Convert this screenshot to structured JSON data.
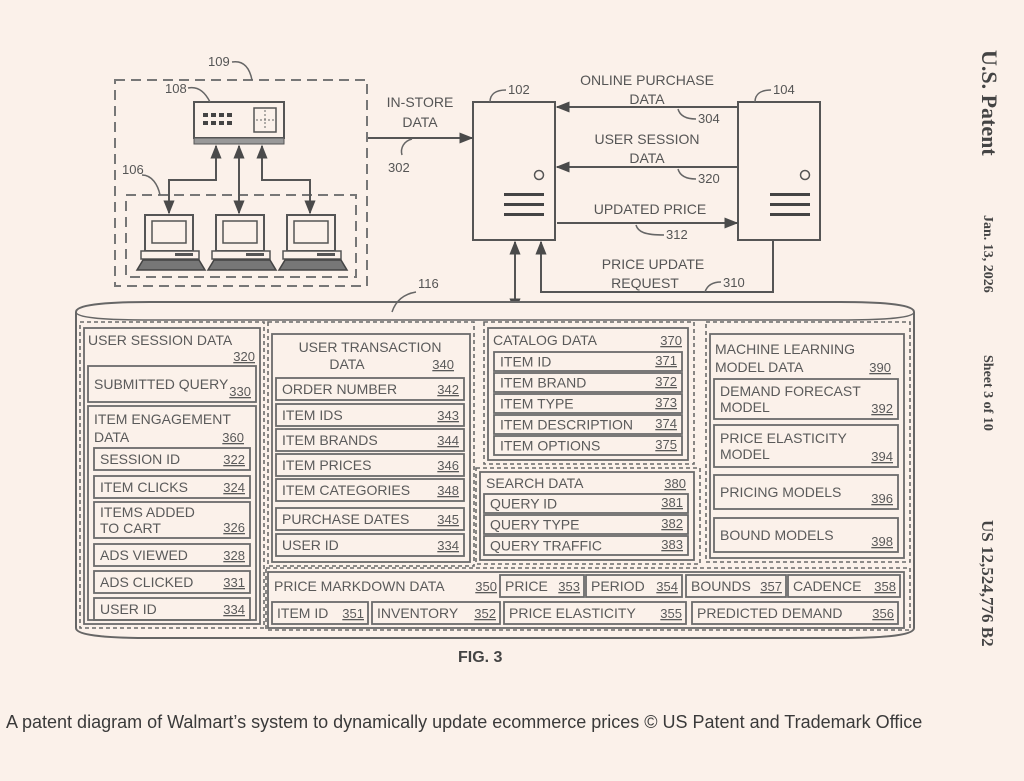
{
  "colors": {
    "background": "#fbf1ea",
    "line": "#6b6b6b",
    "text": "#555555"
  },
  "side_header": {
    "title": "U.S. Patent",
    "date": "Jan. 13, 2026",
    "sheet": "Sheet 3 of 10",
    "number": "US 12,524,776 B2"
  },
  "figure_label": "FIG. 3",
  "caption": "A patent diagram of Walmart’s system to dynamically update ecommerce prices © US Patent and Trademark Office",
  "store": {
    "outer_ref": "109",
    "hub_ref": "108",
    "terminals_ref": "106",
    "hub_icon": "network-switch-icon",
    "terminal_icon": "computer-terminal-icon",
    "terminal_count": 3
  },
  "servers": {
    "left_ref": "102",
    "right_ref": "104",
    "icon": "server-icon"
  },
  "flows": [
    {
      "label_lines": [
        "IN-STORE",
        "DATA"
      ],
      "ref": "302",
      "direction": "store-to-102"
    },
    {
      "label_lines": [
        "ONLINE PURCHASE",
        "DATA"
      ],
      "ref": "304",
      "direction": "104-to-102"
    },
    {
      "label_lines": [
        "USER SESSION",
        "DATA"
      ],
      "ref": "320",
      "direction": "104-to-102"
    },
    {
      "label_lines": [
        "UPDATED PRICE"
      ],
      "ref": "312",
      "direction": "102-to-104"
    },
    {
      "label_lines": [
        "PRICE UPDATE",
        "REQUEST"
      ],
      "ref": "310",
      "direction": "104-to-102"
    }
  ],
  "database": {
    "ref": "116",
    "icon": "database-cylinder-icon",
    "user_session": {
      "title": "USER SESSION DATA",
      "ref": "320",
      "submitted_query": {
        "label": "SUBMITTED QUERY",
        "ref": "330"
      },
      "item_engagement": {
        "title_lines": [
          "ITEM ENGAGEMENT",
          "DATA"
        ],
        "ref": "360",
        "fields": [
          {
            "label": "SESSION ID",
            "ref": "322"
          },
          {
            "label": "ITEM CLICKS",
            "ref": "324"
          },
          {
            "label_lines": [
              "ITEMS ADDED",
              "TO CART"
            ],
            "ref": "326"
          },
          {
            "label": "ADS VIEWED",
            "ref": "328"
          },
          {
            "label": "ADS CLICKED",
            "ref": "331"
          },
          {
            "label": "USER ID",
            "ref": "334"
          }
        ]
      }
    },
    "user_transaction": {
      "title_lines": [
        "USER TRANSACTION",
        "DATA"
      ],
      "ref": "340",
      "fields": [
        {
          "label": "ORDER NUMBER",
          "ref": "342"
        },
        {
          "label": "ITEM IDS",
          "ref": "343"
        },
        {
          "label": "ITEM BRANDS",
          "ref": "344"
        },
        {
          "label": "ITEM PRICES",
          "ref": "346"
        },
        {
          "label": "ITEM CATEGORIES",
          "ref": "348"
        },
        {
          "label": "PURCHASE DATES",
          "ref": "345"
        },
        {
          "label": "USER ID",
          "ref": "334"
        }
      ]
    },
    "catalog": {
      "title": "CATALOG DATA",
      "ref": "370",
      "fields": [
        {
          "label": "ITEM ID",
          "ref": "371"
        },
        {
          "label": "ITEM BRAND",
          "ref": "372"
        },
        {
          "label": "ITEM TYPE",
          "ref": "373"
        },
        {
          "label": "ITEM DESCRIPTION",
          "ref": "374"
        },
        {
          "label": "ITEM OPTIONS",
          "ref": "375"
        }
      ]
    },
    "search": {
      "title": "SEARCH DATA",
      "ref": "380",
      "fields": [
        {
          "label": "QUERY ID",
          "ref": "381"
        },
        {
          "label": "QUERY TYPE",
          "ref": "382"
        },
        {
          "label": "QUERY TRAFFIC",
          "ref": "383"
        }
      ]
    },
    "ml_models": {
      "title_lines": [
        "MACHINE LEARNING",
        "MODEL DATA"
      ],
      "ref": "390",
      "fields": [
        {
          "label_lines": [
            "DEMAND FORECAST",
            "MODEL"
          ],
          "ref": "392"
        },
        {
          "label_lines": [
            "PRICE ELASTICITY",
            "MODEL"
          ],
          "ref": "394"
        },
        {
          "label": "PRICING  MODELS",
          "ref": "396"
        },
        {
          "label": "BOUND  MODELS",
          "ref": "398"
        }
      ]
    },
    "price_markdown": {
      "title": "PRICE MARKDOWN DATA",
      "ref": "350",
      "row1": [
        {
          "label": "PRICE",
          "ref": "353"
        },
        {
          "label": "PERIOD",
          "ref": "354"
        },
        {
          "label": "BOUNDS",
          "ref": "357"
        },
        {
          "label": "CADENCE",
          "ref": "358"
        }
      ],
      "row2": [
        {
          "label": "ITEM ID",
          "ref": "351"
        },
        {
          "label": "INVENTORY",
          "ref": "352"
        },
        {
          "label": "PRICE ELASTICITY",
          "ref": "355"
        },
        {
          "label": "PREDICTED DEMAND",
          "ref": "356"
        }
      ]
    }
  }
}
